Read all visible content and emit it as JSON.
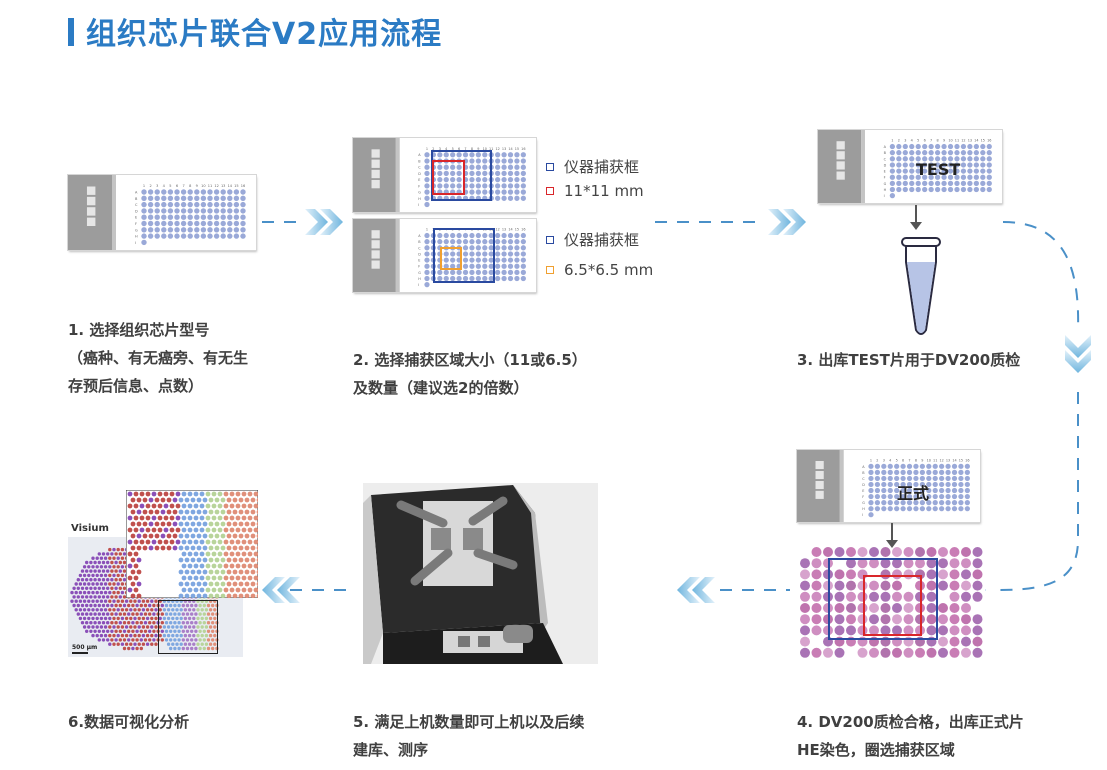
{
  "title": "组织芯片联合V2应用流程",
  "colors": {
    "accent": "#2b7bc4",
    "capture_frame": "#2a4aa0",
    "frame_11": "#d9262a",
    "frame_6_5": "#f0a030",
    "dot": "#9aa9d8"
  },
  "chip": {
    "columns": [
      "1",
      "2",
      "3",
      "4",
      "5",
      "6",
      "7",
      "8",
      "9",
      "10",
      "11",
      "12",
      "13",
      "14",
      "15",
      "16"
    ],
    "rows": [
      "A",
      "B",
      "C",
      "D",
      "E",
      "F",
      "G",
      "H",
      "I"
    ]
  },
  "step1": {
    "lines": [
      "1. 选择组织芯片型号",
      "（癌种、有无癌旁、有无生",
      "存预后信息、点数）"
    ]
  },
  "step2": {
    "legend_a": [
      {
        "icon": "blue-square-icon",
        "text": "仪器捕获框"
      },
      {
        "icon": "red-square-icon",
        "text": "11*11 mm"
      }
    ],
    "legend_b": [
      {
        "icon": "blue-square-icon",
        "text": "仪器捕获框"
      },
      {
        "icon": "orange-square-icon",
        "text": "6.5*6.5 mm"
      }
    ],
    "lines": [
      "2. 选择捕获区域大小（11或6.5）",
      "及数量（建议选2的倍数）"
    ]
  },
  "step3": {
    "chip_text": "TEST",
    "lines": [
      "3. 出库TEST片用于DV200质检"
    ]
  },
  "step4": {
    "chip_text": "正式",
    "lines": [
      "4. DV200质检合格，出库正式片",
      "HE染色，圈选捕获区域"
    ]
  },
  "step5": {
    "lines": [
      "5. 满足上机数量即可上机以及后续",
      "建库、测序"
    ]
  },
  "step6": {
    "visium_label": "Visium",
    "scale_bar": "500 μm",
    "lines": [
      "6.数据可视化分析"
    ]
  }
}
